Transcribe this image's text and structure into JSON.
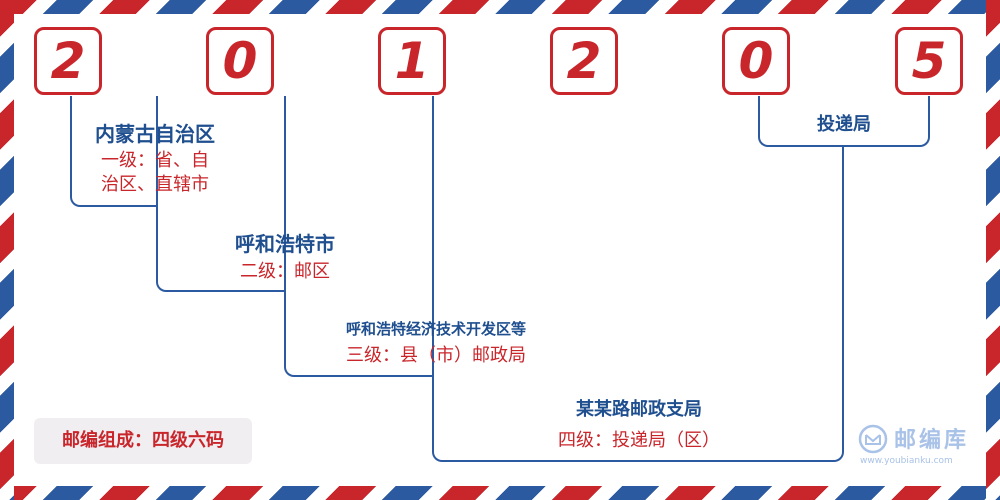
{
  "digits": [
    "2",
    "0",
    "1",
    "2",
    "0",
    "5"
  ],
  "levels": {
    "province": {
      "name": "内蒙古自治区",
      "desc_line1": "一级：省、自",
      "desc_line2": "治区、直辖市"
    },
    "city": {
      "name": "呼和浩特市",
      "desc": "二级：邮区"
    },
    "county": {
      "name": "呼和浩特经济技术开发区等",
      "desc": "三级：县（市）邮政局"
    },
    "branch": {
      "name": "某某路邮政支局",
      "desc": "四级：投递局（区）"
    },
    "delivery": {
      "name": "投递局"
    }
  },
  "legend": {
    "text": "邮编组成：四级六码"
  },
  "logo": {
    "name": "邮编库",
    "url": "www.youbianku.com"
  },
  "colors": {
    "red": "#c8262b",
    "blue": "#2c5aa0",
    "dark_blue": "#1f4f8f"
  }
}
